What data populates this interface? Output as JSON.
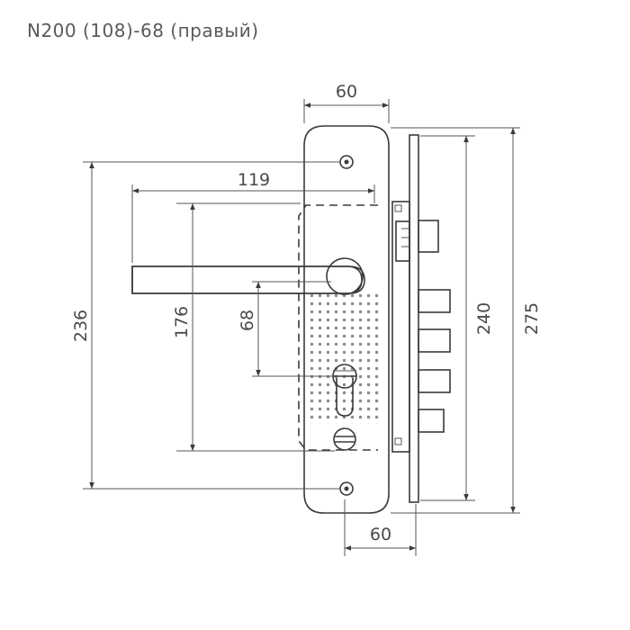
{
  "title": "N200 (108)-68 (правый)",
  "dimensions": {
    "top_width": "60",
    "handle_length": "119",
    "total_height_236": "236",
    "height_176": "176",
    "spacing_68": "68",
    "height_240": "240",
    "height_275": "275",
    "bottom_width": "60"
  },
  "colors": {
    "line": "#3a3a3a",
    "text": "#4a4a4a"
  }
}
